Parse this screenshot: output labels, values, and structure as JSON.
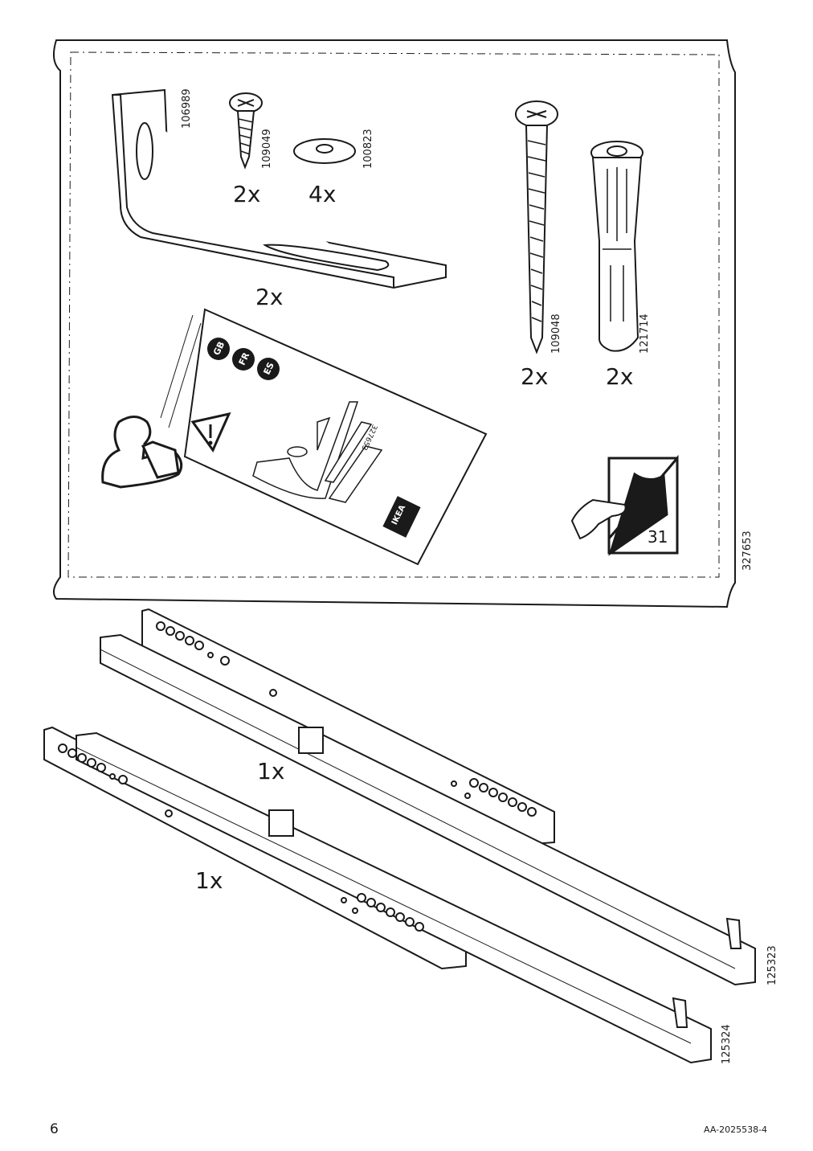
{
  "bag": {
    "bracket": {
      "qty": "2x",
      "code": "106989"
    },
    "small_screw": {
      "qty": "2x",
      "code": "109049"
    },
    "washer": {
      "qty": "4x",
      "code": "100823"
    },
    "long_screw": {
      "qty": "2x",
      "code": "109048"
    },
    "wall_plug": {
      "qty": "2x",
      "code": "121714"
    },
    "bag_code": "327653",
    "leaflet": {
      "languages": [
        "GB",
        "FR",
        "ES"
      ],
      "code": "327653",
      "brand": "IKEA"
    },
    "page_ref": "31"
  },
  "rails": {
    "upper": {
      "qty": "1x",
      "code": "125323"
    },
    "lower": {
      "qty": "1x",
      "code": "125324"
    }
  },
  "footer": {
    "page_number": "6",
    "doc_id": "AA-2025538-4"
  }
}
